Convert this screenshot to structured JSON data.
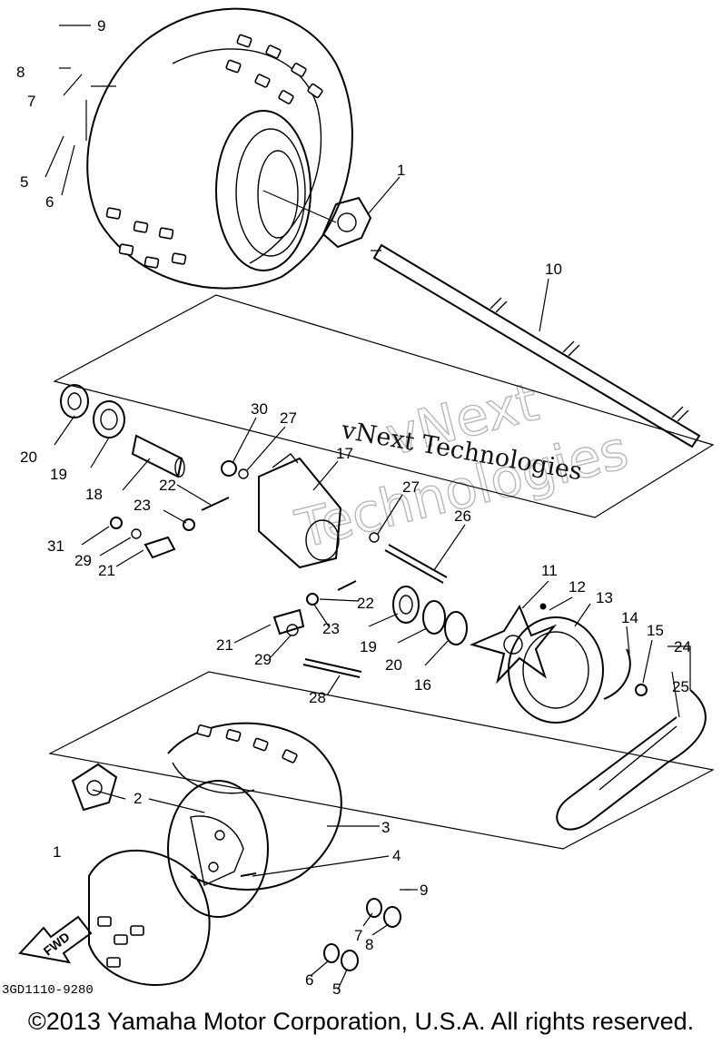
{
  "diagram": {
    "part_labels": [
      "9",
      "8",
      "7",
      "5",
      "6",
      "1",
      "10",
      "30",
      "27",
      "17",
      "20",
      "19",
      "18",
      "22",
      "23",
      "31",
      "29",
      "21",
      "27",
      "26",
      "11",
      "12",
      "13",
      "14",
      "15",
      "24",
      "22",
      "23",
      "21",
      "29",
      "19",
      "20",
      "16",
      "28",
      "25",
      "2",
      "3",
      "1",
      "4",
      "9",
      "7",
      "8",
      "6",
      "5"
    ],
    "fwd_label": "FWD",
    "drawing_code": "3GD1110-9280"
  },
  "watermark": {
    "line1": "vNext Technologies",
    "outline_1": "vNext",
    "outline_2": "Technologies"
  },
  "footer": {
    "copyright": "©2013 Yamaha Motor Corporation, U.S.A. All rights reserved."
  }
}
